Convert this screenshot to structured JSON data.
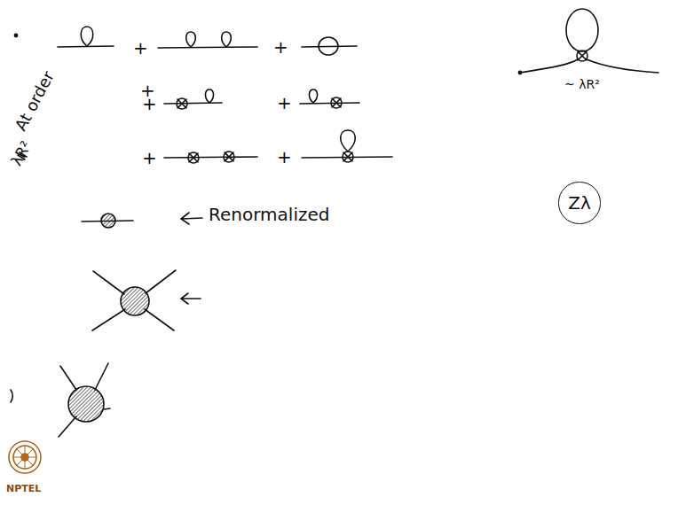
{
  "diagram": {
    "nodes": [
      {
        "text": [
          "Zλ"
        ]
      }
    ],
    "labels": [
      "+",
      "+",
      "+",
      "+",
      "+",
      "+",
      "+",
      "At order",
      "λR²",
      "Renormalized",
      "~ λR²",
      "NPTEL"
    ]
  }
}
